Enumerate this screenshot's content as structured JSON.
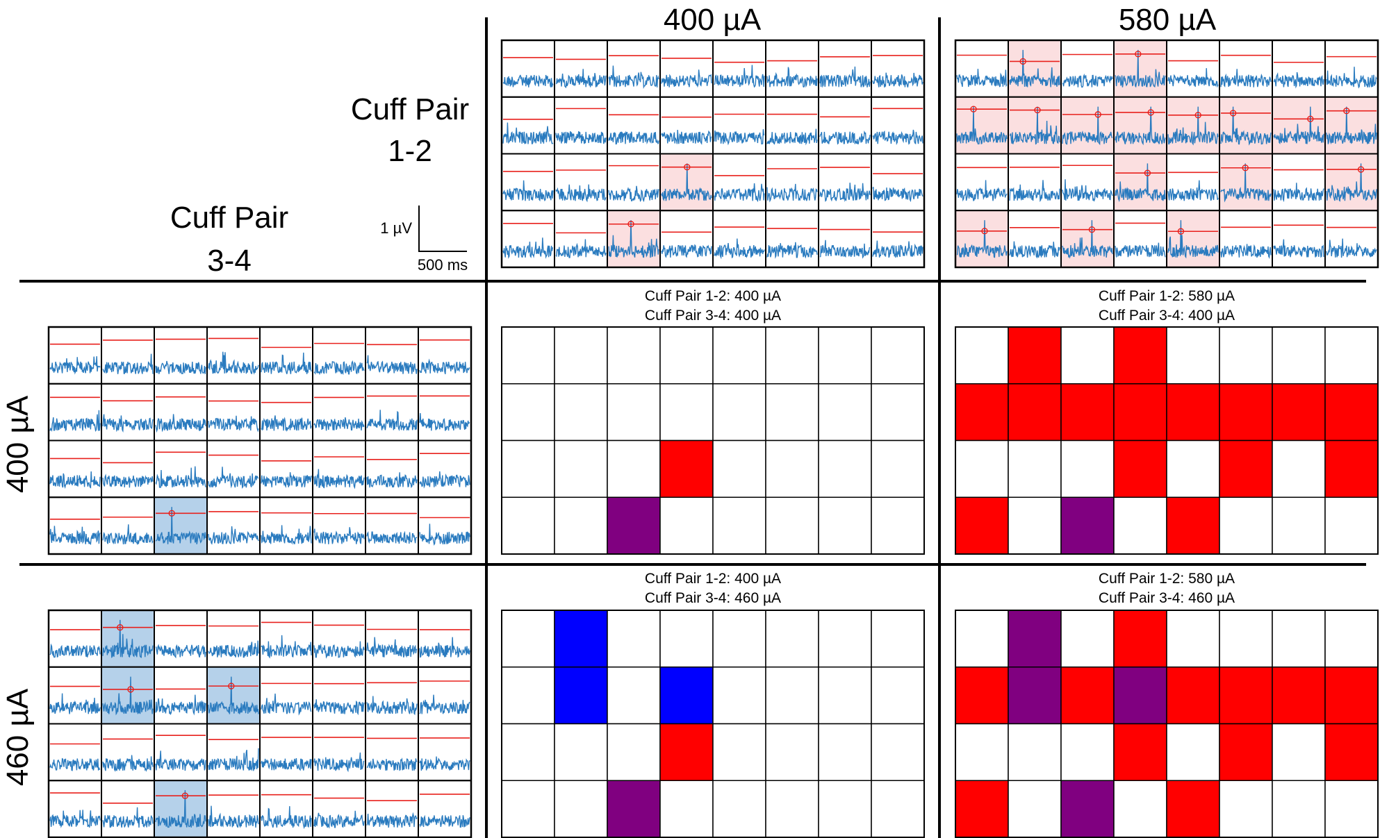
{
  "column_headers": [
    "400 µA",
    "580 µA"
  ],
  "row_headers": [
    "400 µA",
    "460 µA"
  ],
  "corner": {
    "top_label": [
      "Cuff Pair",
      "1-2"
    ],
    "bottom_label": [
      "Cuff Pair",
      "3-4"
    ],
    "scalebar": {
      "y_label": "1 µV",
      "x_label": "500 ms"
    }
  },
  "colors": {
    "trace": "#2a7bbf",
    "threshold": "#e8201c",
    "pink_highlight": "#fbdfe0",
    "blue_highlight": "#b5d1ea",
    "cell_red": "#ff0000",
    "cell_blue": "#0000ff",
    "cell_purple": "#800080",
    "border": "#000000"
  },
  "trace_panels": [
    {
      "id": "top-400",
      "highlights": [
        [
          2,
          3,
          "pink"
        ],
        [
          3,
          2,
          "pink"
        ]
      ]
    },
    {
      "id": "top-580",
      "highlights": [
        [
          0,
          1,
          "pink"
        ],
        [
          0,
          3,
          "pink"
        ],
        [
          1,
          0,
          "pink"
        ],
        [
          1,
          1,
          "pink"
        ],
        [
          1,
          2,
          "pink"
        ],
        [
          1,
          3,
          "pink"
        ],
        [
          1,
          4,
          "pink"
        ],
        [
          1,
          5,
          "pink"
        ],
        [
          1,
          6,
          "pink"
        ],
        [
          1,
          7,
          "pink"
        ],
        [
          2,
          3,
          "pink"
        ],
        [
          2,
          5,
          "pink"
        ],
        [
          2,
          7,
          "pink"
        ],
        [
          3,
          0,
          "pink"
        ],
        [
          3,
          2,
          "pink"
        ],
        [
          3,
          4,
          "pink"
        ]
      ]
    },
    {
      "id": "left-400",
      "highlights": [
        [
          3,
          2,
          "blue"
        ]
      ]
    },
    {
      "id": "left-460",
      "highlights": [
        [
          0,
          1,
          "blue"
        ],
        [
          1,
          1,
          "blue"
        ],
        [
          1,
          3,
          "blue"
        ],
        [
          3,
          2,
          "blue"
        ]
      ]
    }
  ],
  "grids": [
    {
      "id": "grid-400-400",
      "title": [
        "Cuff Pair 1-2: 400 µA",
        "Cuff Pair 3-4: 400 µA"
      ],
      "cells": [
        [
          0,
          0,
          0,
          0,
          0,
          0,
          0,
          0
        ],
        [
          0,
          0,
          0,
          0,
          0,
          0,
          0,
          0
        ],
        [
          0,
          0,
          0,
          "R",
          0,
          0,
          0,
          0
        ],
        [
          0,
          0,
          "P",
          0,
          0,
          0,
          0,
          0
        ]
      ]
    },
    {
      "id": "grid-580-400",
      "title": [
        "Cuff Pair 1-2: 580 µA",
        "Cuff Pair 3-4: 400 µA"
      ],
      "cells": [
        [
          0,
          "R",
          0,
          "R",
          0,
          0,
          0,
          0
        ],
        [
          "R",
          "R",
          "R",
          "R",
          "R",
          "R",
          "R",
          "R"
        ],
        [
          0,
          0,
          0,
          "R",
          0,
          "R",
          0,
          "R"
        ],
        [
          "R",
          0,
          "P",
          0,
          "R",
          0,
          0,
          0
        ]
      ]
    },
    {
      "id": "grid-400-460",
      "title": [
        "Cuff Pair 1-2: 400 µA",
        "Cuff Pair 3-4: 460 µA"
      ],
      "cells": [
        [
          0,
          "B",
          0,
          0,
          0,
          0,
          0,
          0
        ],
        [
          0,
          "B",
          0,
          "B",
          0,
          0,
          0,
          0
        ],
        [
          0,
          0,
          0,
          "R",
          0,
          0,
          0,
          0
        ],
        [
          0,
          0,
          "P",
          0,
          0,
          0,
          0,
          0
        ]
      ]
    },
    {
      "id": "grid-580-460",
      "title": [
        "Cuff Pair 1-2: 580 µA",
        "Cuff Pair 3-4: 460 µA"
      ],
      "cells": [
        [
          0,
          "P",
          0,
          "R",
          0,
          0,
          0,
          0
        ],
        [
          "R",
          "P",
          "R",
          "P",
          "R",
          "R",
          "R",
          "R"
        ],
        [
          0,
          0,
          0,
          "R",
          0,
          "R",
          0,
          "R"
        ],
        [
          "R",
          0,
          "P",
          0,
          "R",
          0,
          0,
          0
        ]
      ]
    }
  ]
}
